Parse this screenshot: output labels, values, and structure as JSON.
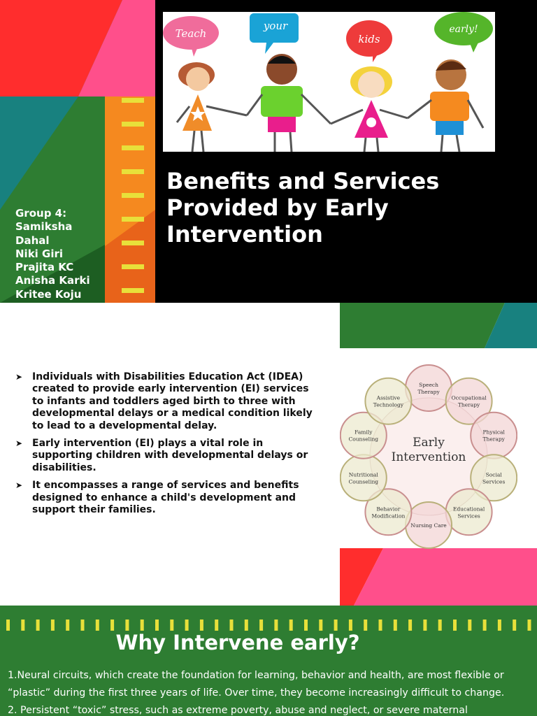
{
  "slide1": {
    "group_lines": [
      "Group 4:",
      "Samiksha",
      "Dahal",
      "Niki Giri",
      "Prajita KC",
      "Anisha Karki",
      "Kritee Koju"
    ],
    "title": "Benefits and Services Provided by Early Intervention",
    "hero": {
      "bubbles": [
        {
          "text": "Teach",
          "color": "#f06c9b"
        },
        {
          "text": "your",
          "color": "#1aa3d6"
        },
        {
          "text": "kids",
          "color": "#ee3b3b"
        },
        {
          "text": "early!",
          "color": "#55b52a"
        }
      ]
    }
  },
  "slide2": {
    "bullets": [
      " Individuals with Disabilities Education Act (IDEA) created to provide early intervention (EI) services to infants and toddlers aged birth to three with developmental delays or a medical condition likely to lead to a developmental delay.",
      "Early intervention (EI) plays a vital role in supporting children with developmental delays or disabilities.",
      "It encompasses a range of services and benefits designed to enhance a child's development and support their families."
    ],
    "diagram": {
      "center_lines": [
        "Early",
        "Intervention"
      ],
      "services": [
        [
          "Speech",
          "Therapy"
        ],
        [
          "Occupational",
          "Therapy"
        ],
        [
          "Physical",
          "Therapy"
        ],
        [
          "Social",
          "Services"
        ],
        [
          "Educational",
          "Services"
        ],
        [
          "Nursing Care"
        ],
        [
          "Behavior",
          "Modification"
        ],
        [
          "Nutritional",
          "Counseling"
        ],
        [
          "Family",
          "Counseling"
        ],
        [
          "Assistive",
          "Technology"
        ]
      ]
    }
  },
  "slide3": {
    "title": "Why Intervene early?",
    "lines": [
      "1.Neural circuits, which create the foundation for learning, behavior and health, are most flexible or",
      "“plastic” during the first three years of life. Over time, they become increasingly difficult to change.",
      "2. Persistent “toxic” stress, such as extreme poverty, abuse and neglect, or severe maternal"
    ]
  },
  "colors": {
    "green": "#2e7d32",
    "red": "#ff2d2d",
    "pink": "#ff4f8b",
    "teal": "#18817f",
    "orange": "#f5891f",
    "dash_yellow": "#e8e03a"
  }
}
